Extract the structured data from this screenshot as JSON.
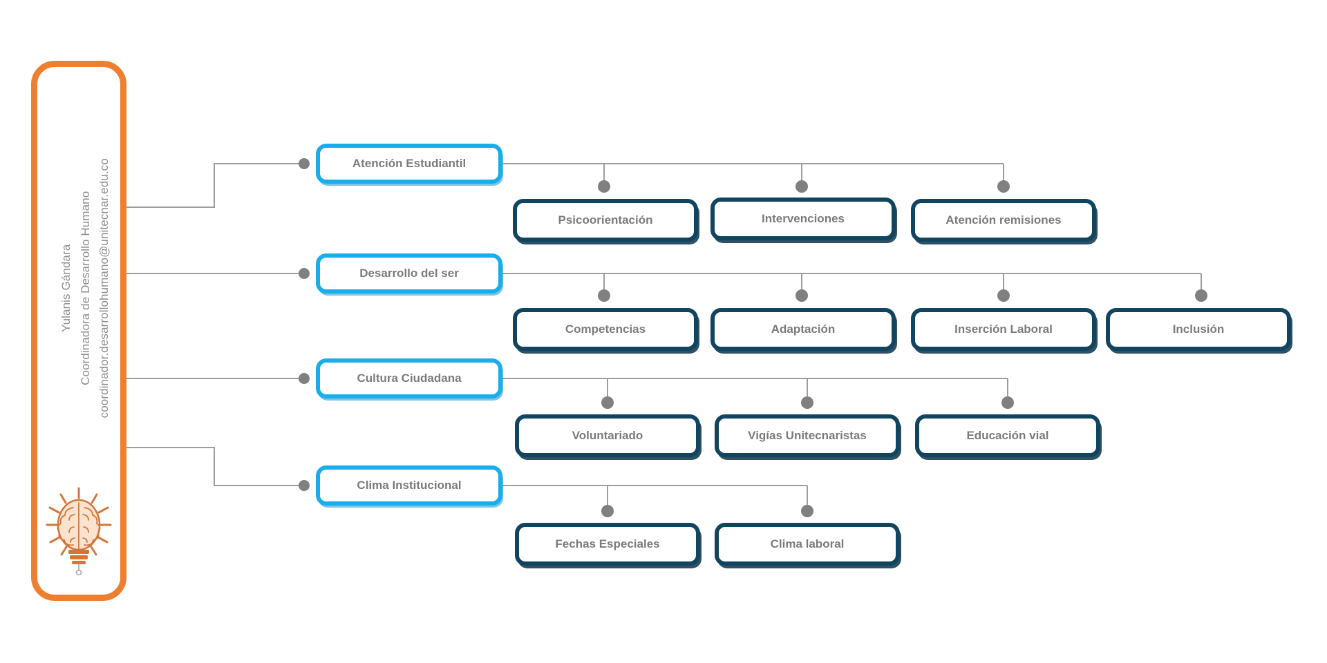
{
  "owner": {
    "name": "Yulanis Gándara",
    "role": "Coordinadora de Desarrollo Humano",
    "email": "coordinador.desarrollohumano@unitecnar.edu.co",
    "icon": "brain-lightbulb-icon",
    "border_color": "#ee7f30"
  },
  "theme": {
    "branch_border": "#19aeeb",
    "leaf_border": "#11455f",
    "text_color": "#7b7b7b",
    "connector_color": "#9d9d9d",
    "dot_color": "#808080",
    "background": "#ffffff"
  },
  "chart_data": {
    "type": "diagram",
    "title": "Organigrama Desarrollo Humano",
    "root": "Yulanis Gándara — Coordinadora de Desarrollo Humano",
    "branches": [
      {
        "label": "Atención Estudiantil",
        "children": [
          "Psicoorientación",
          "Intervenciones",
          "Atención remisiones"
        ]
      },
      {
        "label": "Desarrollo del ser",
        "children": [
          "Competencias",
          "Adaptación",
          "Inserción Laboral",
          "Inclusión"
        ]
      },
      {
        "label": "Cultura Ciudadana",
        "children": [
          "Voluntariado",
          "Vigías Unitecnaristas",
          "Educación vial"
        ]
      },
      {
        "label": "Clima Institucional",
        "children": [
          "Fechas Especiales",
          "Clima laboral"
        ]
      }
    ]
  },
  "nodes": {
    "b0": "Atención Estudiantil",
    "b1": "Desarrollo del ser",
    "b2": "Cultura Ciudadana",
    "b3": "Clima Institucional",
    "n00": "Psicoorientación",
    "n01": "Intervenciones",
    "n02": "Atención remisiones",
    "n10": "Competencias",
    "n11": "Adaptación",
    "n12": "Inserción Laboral",
    "n13": "Inclusión",
    "n20": "Voluntariado",
    "n21": "Vigías Unitecnaristas",
    "n22": "Educación vial",
    "n30": "Fechas Especiales",
    "n31": "Clima laboral"
  }
}
